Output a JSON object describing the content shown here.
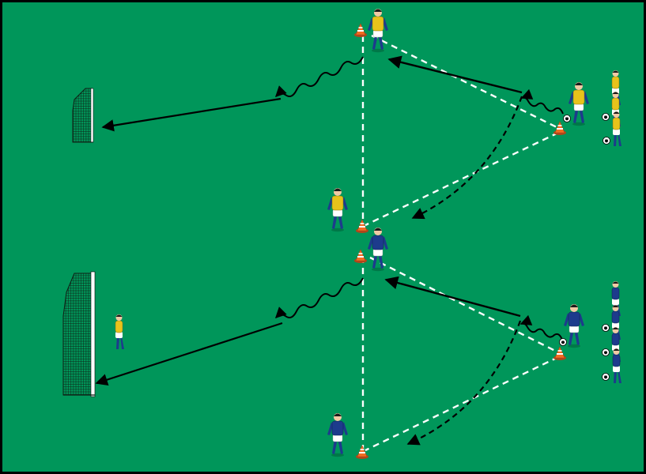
{
  "pitch": {
    "colors": {
      "grass": "#00965a",
      "border": "#000000",
      "lines": "#ffffff",
      "arrow": "#000000",
      "cone": "#f26d21",
      "team_a_shirt": "#e8c31b",
      "team_a_sleeve": "#1f3f8f",
      "team_b_shirt": "#1d3b8c",
      "shorts": "#ffffff",
      "socks": "#1d3b8c",
      "net": "#0f1f14"
    },
    "icons": [
      "small-goal-icon",
      "large-goal-icon",
      "cone-icon",
      "player-icon",
      "ball-icon",
      "arrow-icon",
      "dribble-arrow-icon",
      "dashed-pass-line-icon"
    ],
    "drills": [
      {
        "id": "top",
        "bib_color": "yellow",
        "goal": "small"
      },
      {
        "id": "bottom",
        "bib_color": "blue",
        "goal": "large"
      }
    ]
  }
}
